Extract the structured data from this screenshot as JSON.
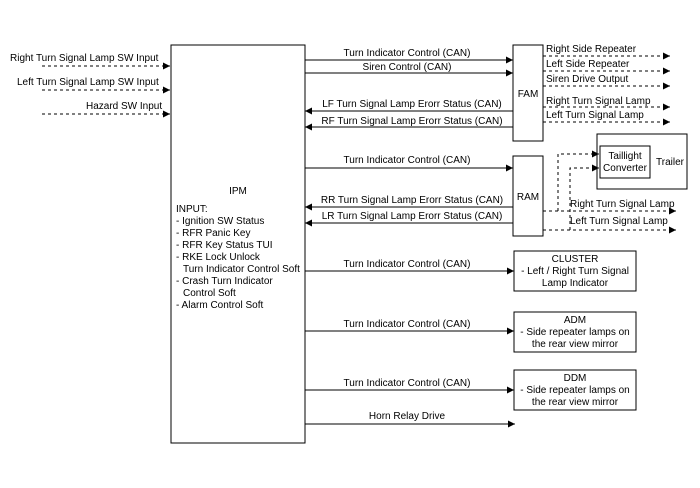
{
  "inputs": {
    "right_turn_sw": "Right Turn Signal Lamp SW Input",
    "left_turn_sw": "Left Turn Signal Lamp SW Input",
    "hazard_sw": "Hazard SW Input"
  },
  "ipm": {
    "title": "IPM",
    "input_label": "INPUT:",
    "input_items": [
      "- Ignition SW Status",
      "- RFR Panic Key",
      "- RFR Key Status TUI",
      "- RKE Lock Unlock",
      "Turn Indicator Control Soft",
      "- Crash Turn Indicator",
      "Control Soft",
      "- Alarm Control Soft"
    ]
  },
  "signals": {
    "fam_turn": "Turn Indicator Control (CAN)",
    "fam_siren": "Siren Control (CAN)",
    "fam_lf_status": "LF Turn Signal Lamp Erorr Status (CAN)",
    "fam_rf_status": "RF Turn Signal Lamp Erorr Status (CAN)",
    "ram_turn": "Turn Indicator Control (CAN)",
    "ram_rr_status": "RR Turn Signal Lamp Erorr Status (CAN)",
    "ram_lr_status": "LR Turn Signal Lamp Erorr Status (CAN)",
    "cluster_turn": "Turn Indicator Control (CAN)",
    "adm_turn": "Turn Indicator Control (CAN)",
    "ddm_turn": "Turn Indicator Control (CAN)",
    "horn": "Horn Relay Drive"
  },
  "fam": {
    "title": "FAM",
    "outputs": [
      "Right Side Repeater",
      "Left Side Repeater",
      "Siren Drive Output",
      "Right Turn Signal Lamp",
      "Left Turn Signal Lamp"
    ]
  },
  "ram": {
    "title": "RAM",
    "outputs": [
      "Right Turn Signal Lamp",
      "Left Turn Signal Lamp"
    ]
  },
  "trailer": {
    "converter_line1": "Taillight",
    "converter_line2": "Converter",
    "title": "Trailer"
  },
  "cluster": {
    "title": "CLUSTER",
    "line1": "- Left / Right Turn Signal",
    "line2": "Lamp Indicator"
  },
  "adm": {
    "title": "ADM",
    "line1": "- Side repeater lamps on",
    "line2": "the rear view mirror"
  },
  "ddm": {
    "title": "DDM",
    "line1": "- Side repeater lamps on",
    "line2": "the rear view mirror"
  }
}
